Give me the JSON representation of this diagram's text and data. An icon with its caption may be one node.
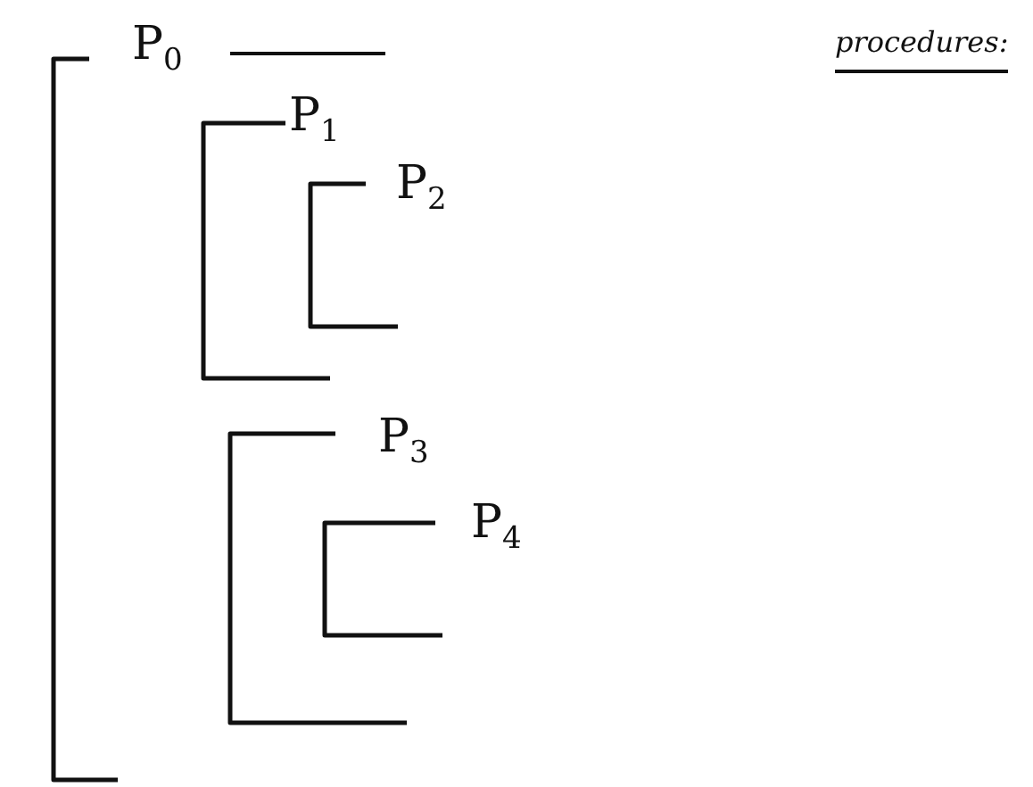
{
  "diagram": {
    "nodes": [
      {
        "text": [
          "P$_{0}$"
        ]
      },
      {
        "text": [
          "P$_{1}$"
        ],
        "in": 0
      },
      {
        "text": [
          "P$_{2}$"
        ],
        "in": 1
      },
      {
        "text": [
          "P$_{3}$"
        ],
        "in": 0
      },
      {
        "text": [
          "P$_{4}$"
        ],
        "in": 3
      }
    ],
    "labels": [
      "procedures:"
    ]
  }
}
